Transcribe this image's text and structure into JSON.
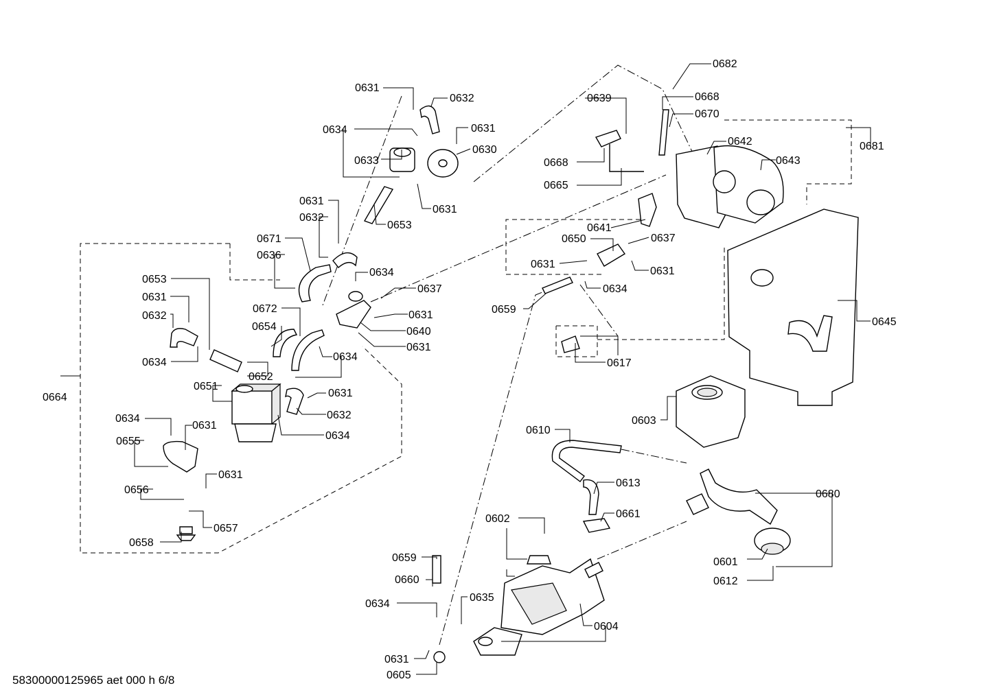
{
  "footer": "58300000125965 aet 000 h 6/8",
  "labels": [
    {
      "id": "l0682",
      "text": "0682"
    },
    {
      "id": "l0639",
      "text": "0639"
    },
    {
      "id": "l0668a",
      "text": "0668"
    },
    {
      "id": "l0670",
      "text": "0670"
    },
    {
      "id": "l0642",
      "text": "0642"
    },
    {
      "id": "l0681",
      "text": "0681"
    },
    {
      "id": "l0643",
      "text": "0643"
    },
    {
      "id": "l0668b",
      "text": "0668"
    },
    {
      "id": "l0665",
      "text": "0665"
    },
    {
      "id": "l0641",
      "text": "0641"
    },
    {
      "id": "l0650",
      "text": "0650"
    },
    {
      "id": "l0637a",
      "text": "0637"
    },
    {
      "id": "l0631r1",
      "text": "0631"
    },
    {
      "id": "l0631r2",
      "text": "0631"
    },
    {
      "id": "l0634r",
      "text": "0634"
    },
    {
      "id": "l0659a",
      "text": "0659"
    },
    {
      "id": "l0645",
      "text": "0645"
    },
    {
      "id": "l0617",
      "text": "0617"
    },
    {
      "id": "l0631t1",
      "text": "0631"
    },
    {
      "id": "l0632t",
      "text": "0632"
    },
    {
      "id": "l0634t",
      "text": "0634"
    },
    {
      "id": "l0631t2",
      "text": "0631"
    },
    {
      "id": "l0630",
      "text": "0630"
    },
    {
      "id": "l0633",
      "text": "0633"
    },
    {
      "id": "l0631t3",
      "text": "0631"
    },
    {
      "id": "l0653t",
      "text": "0653"
    },
    {
      "id": "l0631m1",
      "text": "0631"
    },
    {
      "id": "l0632m",
      "text": "0632"
    },
    {
      "id": "l0671",
      "text": "0671"
    },
    {
      "id": "l0636",
      "text": "0636"
    },
    {
      "id": "l0634m1",
      "text": "0634"
    },
    {
      "id": "l0637b",
      "text": "0637"
    },
    {
      "id": "l0672",
      "text": "0672"
    },
    {
      "id": "l0631m2",
      "text": "0631"
    },
    {
      "id": "l0654",
      "text": "0654"
    },
    {
      "id": "l0640",
      "text": "0640"
    },
    {
      "id": "l0631m3",
      "text": "0631"
    },
    {
      "id": "l0634m2",
      "text": "0634"
    },
    {
      "id": "l0653l",
      "text": "0653"
    },
    {
      "id": "l0631l1",
      "text": "0631"
    },
    {
      "id": "l0632l",
      "text": "0632"
    },
    {
      "id": "l0634l1",
      "text": "0634"
    },
    {
      "id": "l0652",
      "text": "0652"
    },
    {
      "id": "l0664",
      "text": "0664"
    },
    {
      "id": "l0651",
      "text": "0651"
    },
    {
      "id": "l0631l2",
      "text": "0631"
    },
    {
      "id": "l0632l2",
      "text": "0632"
    },
    {
      "id": "l0634l2",
      "text": "0634"
    },
    {
      "id": "l0634l3",
      "text": "0634"
    },
    {
      "id": "l0631l3",
      "text": "0631"
    },
    {
      "id": "l0655",
      "text": "0655"
    },
    {
      "id": "l0631l4",
      "text": "0631"
    },
    {
      "id": "l0656",
      "text": "0656"
    },
    {
      "id": "l0657",
      "text": "0657"
    },
    {
      "id": "l0658",
      "text": "0658"
    },
    {
      "id": "l0603",
      "text": "0603"
    },
    {
      "id": "l0610",
      "text": "0610"
    },
    {
      "id": "l0613",
      "text": "0613"
    },
    {
      "id": "l0661",
      "text": "0661"
    },
    {
      "id": "l0680",
      "text": "0680"
    },
    {
      "id": "l0602",
      "text": "0602"
    },
    {
      "id": "l0601",
      "text": "0601"
    },
    {
      "id": "l0612",
      "text": "0612"
    },
    {
      "id": "l0659b",
      "text": "0659"
    },
    {
      "id": "l0660",
      "text": "0660"
    },
    {
      "id": "l0635",
      "text": "0635"
    },
    {
      "id": "l0634b",
      "text": "0634"
    },
    {
      "id": "l0604",
      "text": "0604"
    },
    {
      "id": "l0631b",
      "text": "0631"
    },
    {
      "id": "l0605",
      "text": "0605"
    }
  ]
}
